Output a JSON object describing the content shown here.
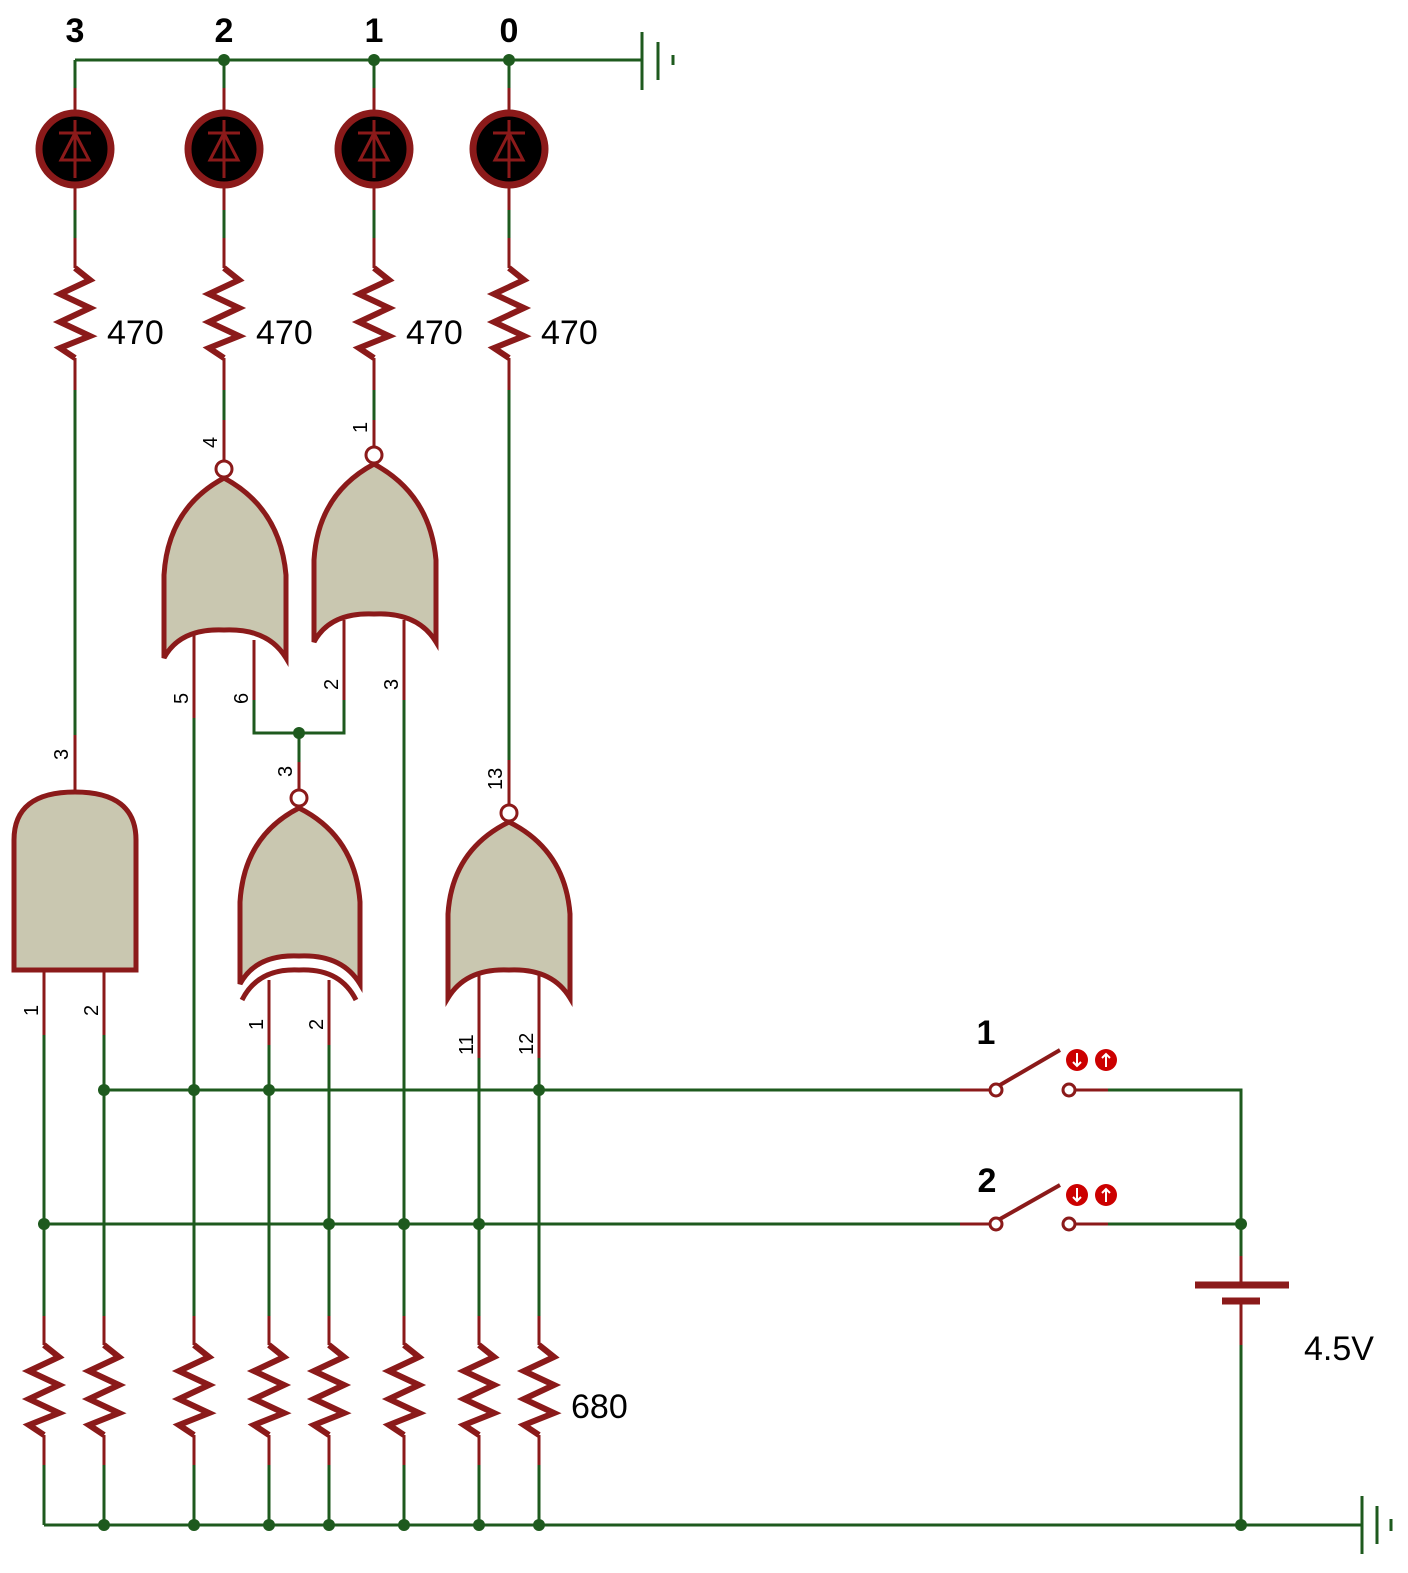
{
  "led_labels": [
    "3",
    "2",
    "1",
    "0"
  ],
  "led_resistor_labels": [
    "470",
    "470",
    "470",
    "470"
  ],
  "pulldown_resistor_label": "680",
  "battery_label": "4.5V",
  "switch_labels": [
    "1",
    "2"
  ],
  "pins": {
    "and_out": "3",
    "and_in1": "1",
    "and_in2": "2",
    "nor_a_out": "4",
    "nor_a_in1": "5",
    "nor_a_in2": "6",
    "nor_b_out": "1",
    "nor_b_in1": "2",
    "nor_b_in2": "3",
    "xnor_out": "3",
    "xnor_in1": "1",
    "xnor_in2": "2",
    "nor_c_out": "13",
    "nor_c_in1": "11",
    "nor_c_in2": "12"
  },
  "colors": {
    "wire": "#1e5a1e",
    "component": "#8b1a1a",
    "gate_fill": "#c9c7b0",
    "led_fill": "#000000",
    "led_ring": "#8b1a1a",
    "switch_indicator": "#cc0000"
  }
}
